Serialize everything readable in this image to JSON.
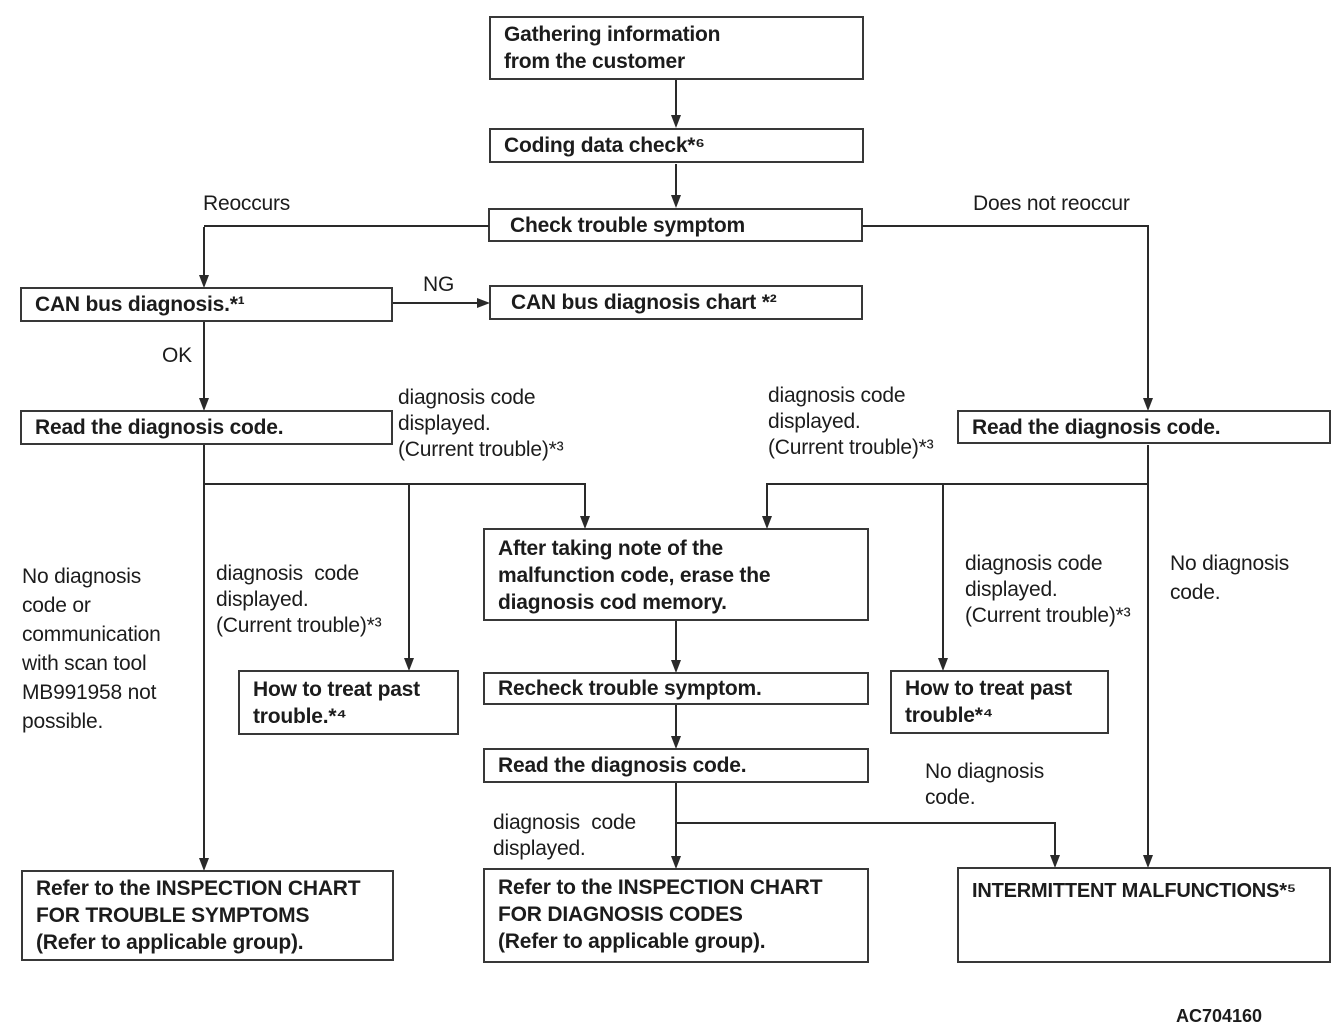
{
  "figure_code": "AC704160",
  "colors": {
    "ink": "#1c1c1c",
    "line": "#2a2a2a",
    "background": "#ffffff"
  },
  "nodes": {
    "gather": "Gathering information\nfrom the customer",
    "coding_check": "Coding data check*⁶",
    "check_symptom": "Check trouble symptom",
    "can_bus": "CAN bus diagnosis.*¹",
    "can_chart": "CAN bus diagnosis chart *²",
    "read_code_left": "Read the diagnosis code.",
    "read_code_right": "Read the diagnosis code.",
    "erase_memory": "After taking note of the\nmalfunction code, erase the\ndiagnosis cod memory.",
    "treat_past_left": "How to treat past\ntrouble.*⁴",
    "treat_past_right": "How to treat past\ntrouble*⁴",
    "recheck_symptom": "Recheck trouble symptom.",
    "read_code_center": "Read the diagnosis code.",
    "refer_trouble_chart": "Refer to the INSPECTION CHART\nFOR TROUBLE SYMPTOMS\n(Refer to applicable group).",
    "refer_diag_chart": "Refer to the INSPECTION CHART\nFOR DIAGNOSIS CODES\n(Refer to applicable group).",
    "intermittent": "INTERMITTENT MALFUNCTIONS*⁵"
  },
  "labels": {
    "reoccurs": "Reoccurs",
    "does_not_reoccur": "Does not reoccur",
    "ng": "NG",
    "ok": "OK",
    "current_trouble_left_top": "diagnosis code\ndisplayed.\n(Current trouble)*³",
    "current_trouble_right_top": "diagnosis code\ndisplayed.\n(Current trouble)*³",
    "no_code_left": "No diagnosis\ncode or\ncommunication\nwith scan tool\nMB991958 not\npossible.",
    "current_trouble_left_mid": "diagnosis  code\ndisplayed.\n(Current trouble)*³",
    "current_trouble_right_mid": "diagnosis code\ndisplayed.\n(Current trouble)*³",
    "no_code_right": "No diagnosis\ncode.",
    "no_code_center": "No diagnosis\ncode.",
    "code_displayed_bottom": "diagnosis  code\ndisplayed."
  },
  "edges": [
    {
      "from": "gather",
      "to": "coding_check"
    },
    {
      "from": "coding_check",
      "to": "check_symptom"
    },
    {
      "from": "check_symptom",
      "to": "can_bus",
      "label": "Reoccurs"
    },
    {
      "from": "check_symptom",
      "to": "read_code_right",
      "label": "Does not reoccur"
    },
    {
      "from": "can_bus",
      "to": "can_chart",
      "label": "NG"
    },
    {
      "from": "can_bus",
      "to": "read_code_left",
      "label": "OK"
    },
    {
      "from": "read_code_left",
      "to": "erase_memory",
      "label": "diagnosis code displayed. (Current trouble)*³"
    },
    {
      "from": "read_code_left",
      "to": "treat_past_left",
      "label": "diagnosis code displayed. (Current trouble)*³"
    },
    {
      "from": "read_code_left",
      "to": "refer_trouble_chart",
      "label": "No diagnosis code or communication with scan tool MB991958 not possible."
    },
    {
      "from": "read_code_right",
      "to": "erase_memory",
      "label": "diagnosis code displayed. (Current trouble)*³"
    },
    {
      "from": "read_code_right",
      "to": "treat_past_right",
      "label": "diagnosis code displayed. (Current trouble)*³"
    },
    {
      "from": "read_code_right",
      "to": "intermittent",
      "label": "No diagnosis code."
    },
    {
      "from": "erase_memory",
      "to": "recheck_symptom"
    },
    {
      "from": "recheck_symptom",
      "to": "read_code_center"
    },
    {
      "from": "read_code_center",
      "to": "refer_diag_chart",
      "label": "diagnosis code displayed."
    },
    {
      "from": "read_code_center",
      "to": "intermittent",
      "label": "No diagnosis code."
    }
  ]
}
